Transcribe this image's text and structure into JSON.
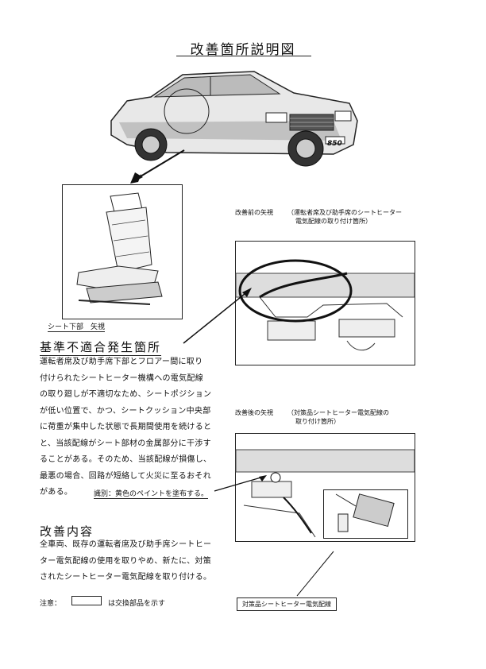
{
  "title": "改善箇所説明図",
  "seat_caption": "シート下部　矢視",
  "before": {
    "label": "改善前の矢視",
    "note_line1": "（運転者席及び助手席のシートヒーター",
    "note_line2": "電気配線の取り付け箇所）"
  },
  "after": {
    "label": "改善後の矢視",
    "note_line1": "（対策品シートヒーター電気配線の",
    "note_line2": "取り付け箇所）"
  },
  "defect": {
    "heading": "基準不適合発生箇所",
    "lines": [
      "運転者席及び助手席下部とフロアー間に取り",
      "付けられたシートヒーター機構への電気配線",
      "の取り廻しが不適切なため、シートポジション",
      "が低い位置で、かつ、シートクッション中央部",
      "に荷重が集中した状態で長期間使用を続けると",
      "と、当該配線がシート部材の金属部分に干渉す",
      "ることがある。そのため、当該配線が損傷し、",
      "最悪の場合、回路が短絡して火災に至るおそれ",
      "がある。"
    ]
  },
  "identification": "識別：黄色のペイントを塗布する。",
  "fix": {
    "heading": "改善内容",
    "lines": [
      "全車両、既存の運転者席及び助手席シートヒー",
      "ター電気配線の使用を取りやめ、新たに、対策",
      "されたシートヒーター電気配線を取り付ける。"
    ]
  },
  "note": {
    "label": "注意：",
    "text": "は交換部品を示す"
  },
  "part_label": "対策品シートヒーター電気配線",
  "car_badge": "850"
}
